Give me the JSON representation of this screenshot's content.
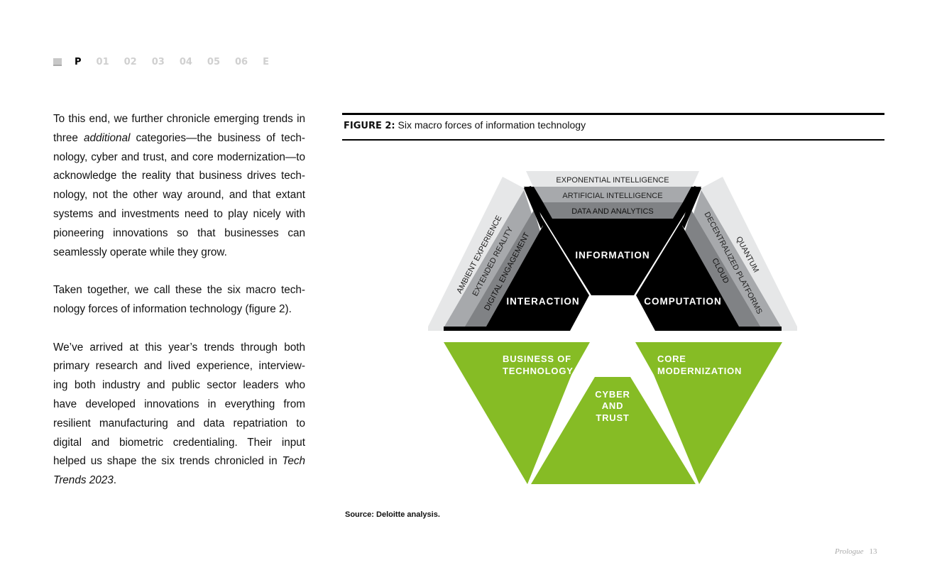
{
  "nav": {
    "items": [
      "P",
      "01",
      "02",
      "03",
      "04",
      "05",
      "06",
      "E"
    ],
    "active": "P"
  },
  "body": {
    "paragraphs": [
      [
        [
          {
            "t": "To this end, we further chronicle emerging trends in"
          }
        ],
        [
          {
            "t": "three "
          },
          {
            "t": "additional",
            "i": true
          },
          {
            "t": " categories—the business of tech-"
          }
        ],
        [
          {
            "t": "nology, cyber and trust, and core modernization—to"
          }
        ],
        [
          {
            "t": "acknowledge the reality that business drives tech-"
          }
        ],
        [
          {
            "t": "nology, not the other way around, and that extant"
          }
        ],
        [
          {
            "t": "systems and investments need to play nicely with"
          }
        ],
        [
          {
            "t": "pioneering innovations so that businesses can"
          }
        ],
        [
          {
            "t": "seamlessly operate while they grow."
          }
        ]
      ],
      [
        [
          {
            "t": "Taken together, we call these the six macro tech-"
          }
        ],
        [
          {
            "t": "nology forces of information technology (figure 2)."
          }
        ]
      ],
      [
        [
          {
            "t": "We’ve arrived at this year’s trends through both"
          }
        ],
        [
          {
            "t": "primary research and lived experience, interview-"
          }
        ],
        [
          {
            "t": "ing both industry and public sector leaders who"
          }
        ],
        [
          {
            "t": "have developed innovations in everything from"
          }
        ],
        [
          {
            "t": "resilient manufacturing and data repatriation to"
          }
        ],
        [
          {
            "t": "digital and biometric credentialing. Their input"
          }
        ],
        [
          {
            "t": "helped us shape the six trends chronicled in "
          },
          {
            "t": "Tech",
            "i": true
          }
        ],
        [
          {
            "t": "Trends 2023",
            "i": true
          },
          {
            "t": "."
          }
        ]
      ]
    ]
  },
  "figure": {
    "label": "FIGURE 2:",
    "title": " Six macro forces of information technology",
    "information": {
      "name": "INFORMATION",
      "bands": [
        "EXPONENTIAL INTELLIGENCE",
        "ARTIFICIAL INTELLIGENCE",
        "DATA AND ANALYTICS"
      ]
    },
    "interaction": {
      "name": "INTERACTION",
      "bands": [
        "AMBIENT EXPERIENCE",
        "EXTENDED REALITY",
        "DIGITAL ENGAGEMENT"
      ]
    },
    "computation": {
      "name": "COMPUTATION",
      "bands": [
        "QUANTUM",
        "DECENTRALIZED PLATFORMS",
        "CLOUD"
      ]
    },
    "business": [
      "BUSINESS OF",
      "TECHNOLOGY"
    ],
    "cyber": [
      "CYBER",
      "AND",
      "TRUST"
    ],
    "core": [
      "CORE",
      "MODERNIZATION"
    ],
    "colors": {
      "light": "#e6e7e8",
      "mid": "#a7a9ac",
      "dark": "#808285",
      "black": "#000000",
      "green": "#86bc25"
    }
  },
  "source": "Source: Deloitte analysis.",
  "folio": {
    "section": "Prologue",
    "page": "13"
  }
}
